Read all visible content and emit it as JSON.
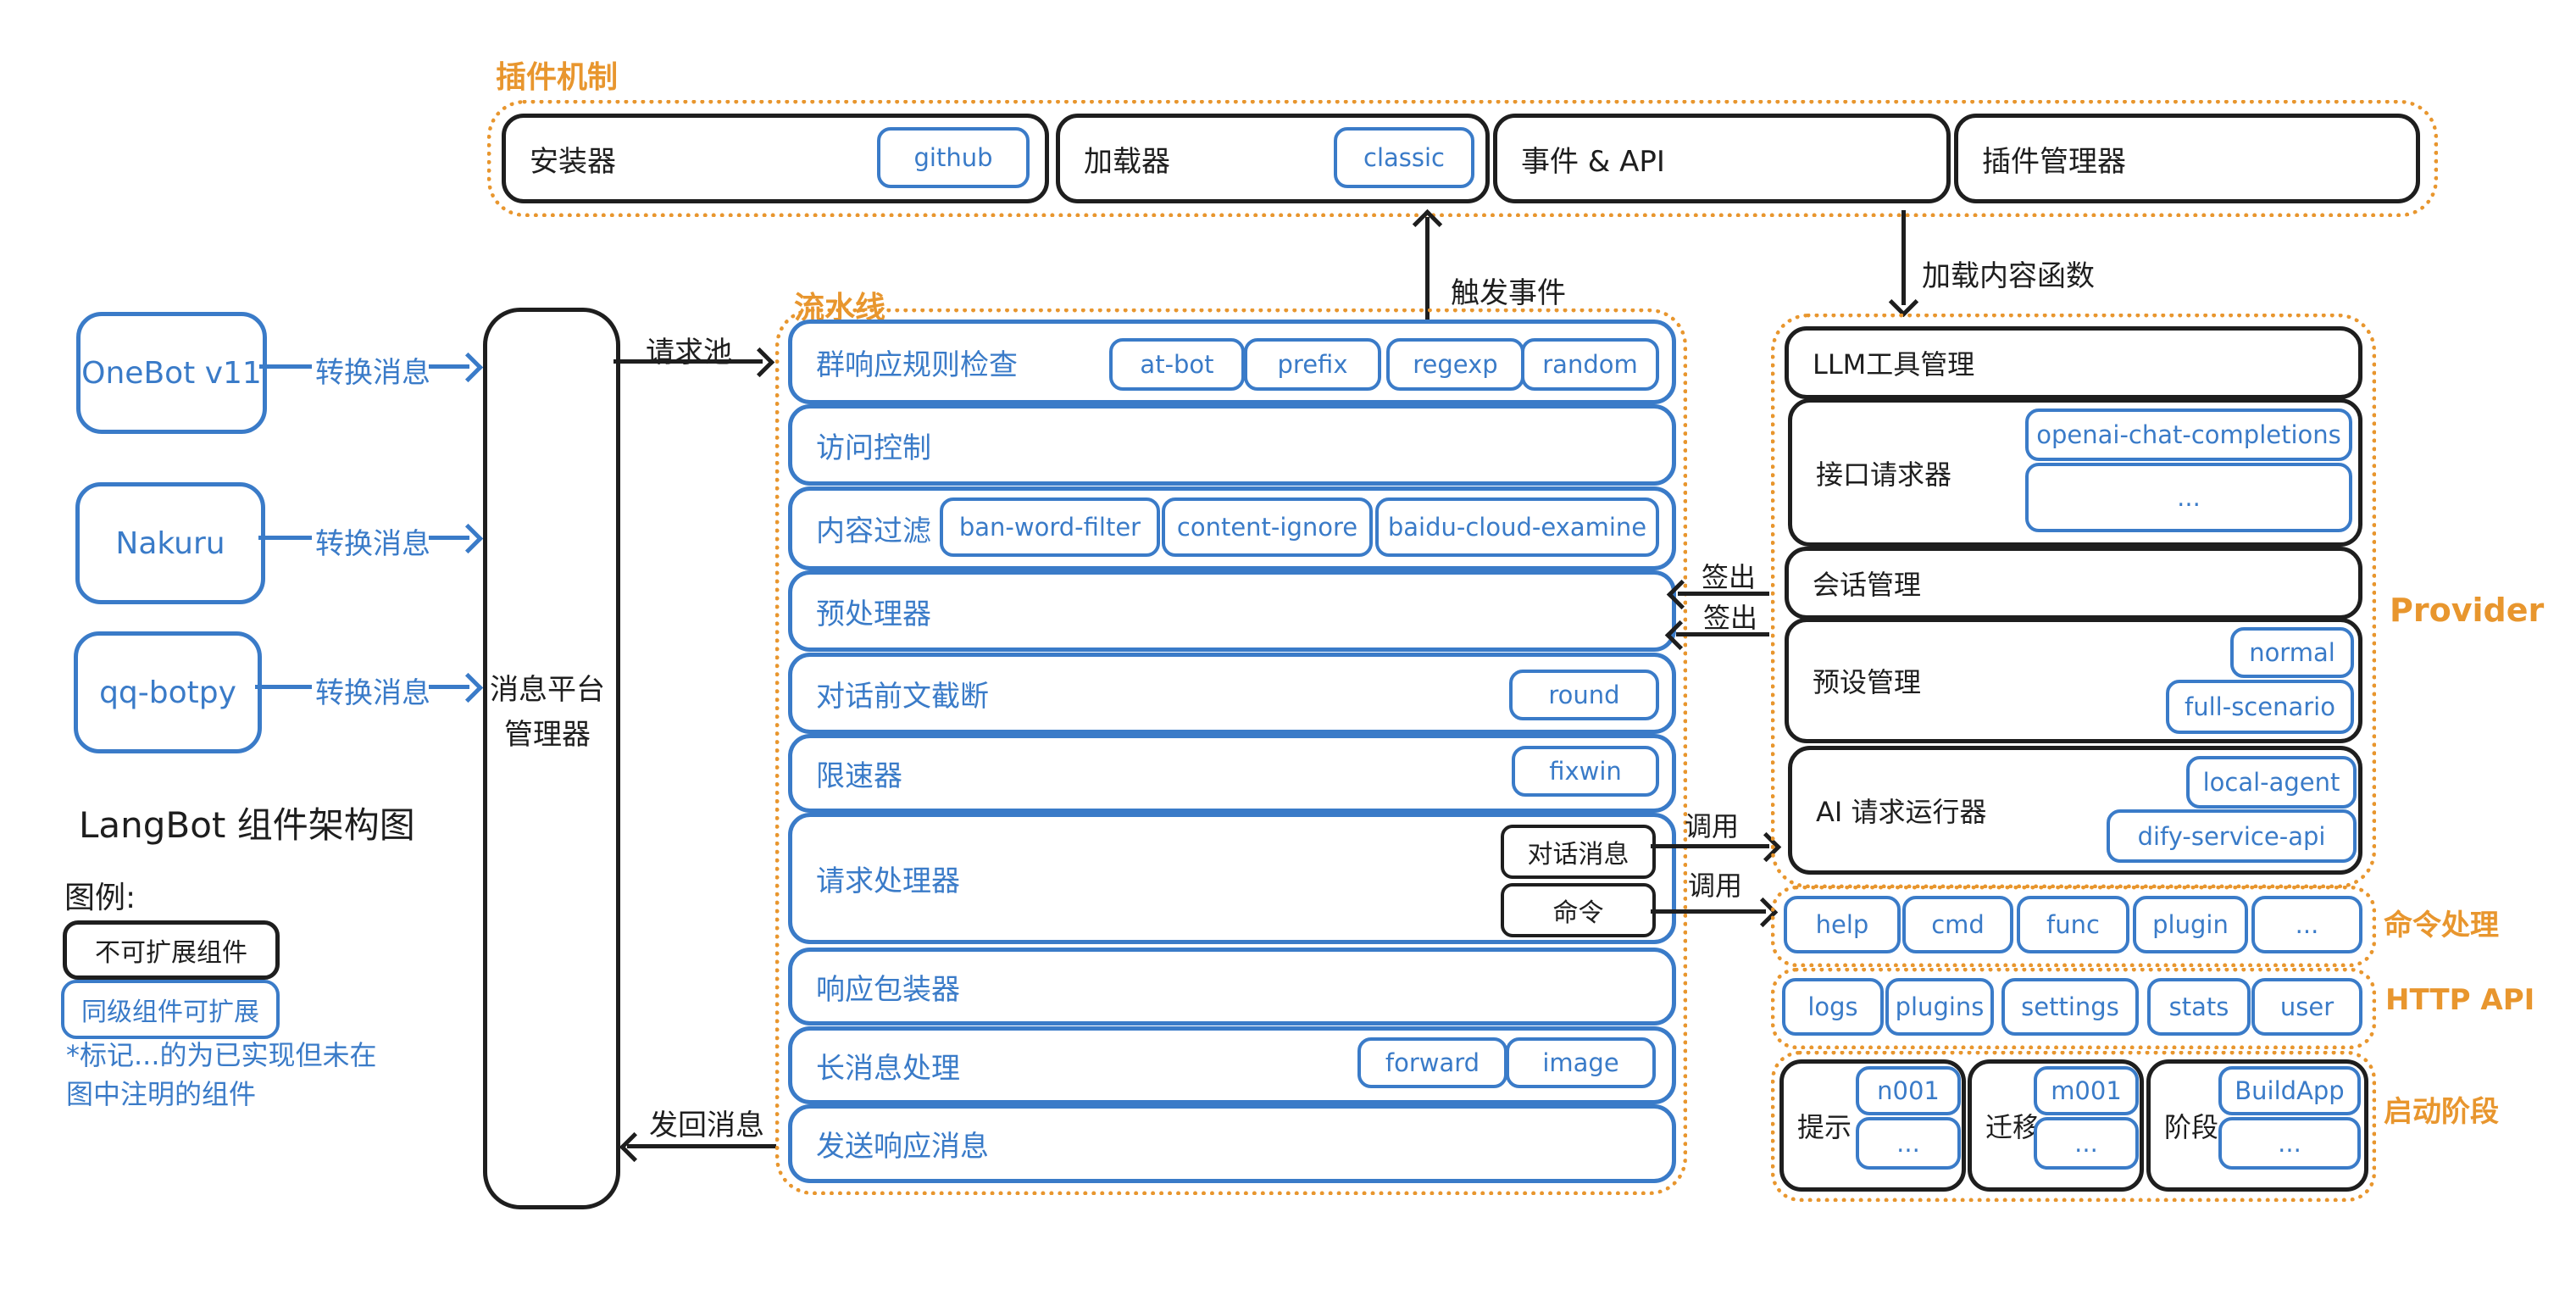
{
  "colors": {
    "orange": "#e8962e",
    "blue": "#3a7bc8",
    "ink": "#1e1e1e"
  },
  "title": {
    "heading": "LangBot 组件架构图"
  },
  "legend": {
    "heading": "图例:",
    "non_extensible": "不可扩展组件",
    "peer_extensible": "同级组件可扩展",
    "note_line1": "*标记...的为已实现但未在",
    "note_line2": "图中注明的组件"
  },
  "bots": {
    "items": [
      "OneBot v11",
      "Nakuru",
      "qq-botpy"
    ],
    "arrow_label": "转换消息"
  },
  "platform": {
    "line1": "消息平台",
    "line2": "管理器"
  },
  "edges": {
    "request_pool": "请求池",
    "send_back": "发回消息",
    "trigger_event": "触发事件",
    "load_content_funcs": "加载内容函数",
    "checkout": "签出",
    "invoke": "调用"
  },
  "plugin": {
    "title": "插件机制",
    "boxes": [
      {
        "label": "安装器",
        "chip": "github"
      },
      {
        "label": "加载器",
        "chip": "classic"
      },
      {
        "label": "事件 & API"
      },
      {
        "label": "插件管理器"
      }
    ]
  },
  "pipeline": {
    "title": "流水线",
    "rows": [
      {
        "label": "群响应规则检查",
        "chips": [
          "at-bot",
          "prefix",
          "regexp",
          "random"
        ]
      },
      {
        "label": "访问控制",
        "chips": []
      },
      {
        "label": "内容过滤",
        "chips": [
          "ban-word-filter",
          "content-ignore",
          "baidu-cloud-examine"
        ]
      },
      {
        "label": "预处理器",
        "chips": []
      },
      {
        "label": "对话前文截断",
        "chips": [
          "round"
        ]
      },
      {
        "label": "限速器",
        "chips": [
          "fixwin"
        ]
      },
      {
        "label": "请求处理器",
        "chips": [],
        "out_chips": [
          "对话消息",
          "命令"
        ]
      },
      {
        "label": "响应包装器",
        "chips": []
      },
      {
        "label": "长消息处理",
        "chips": [
          "forward",
          "image"
        ]
      },
      {
        "label": "发送响应消息",
        "chips": []
      }
    ]
  },
  "provider": {
    "label": "Provider",
    "rows": [
      {
        "label": "LLM工具管理",
        "chips": []
      },
      {
        "label": "接口请求器",
        "chips": [
          "openai-chat-completions",
          "..."
        ]
      },
      {
        "label": "会话管理",
        "chips": []
      },
      {
        "label": "预设管理",
        "chips": [
          "normal",
          "full-scenario"
        ]
      },
      {
        "label": "AI 请求运行器",
        "chips": [
          "local-agent",
          "dify-service-api"
        ]
      }
    ]
  },
  "command": {
    "label": "命令处理",
    "chips": [
      "help",
      "cmd",
      "func",
      "plugin",
      "..."
    ]
  },
  "http_api": {
    "label": "HTTP API",
    "chips": [
      "logs",
      "plugins",
      "settings",
      "stats",
      "user"
    ]
  },
  "startup": {
    "label": "启动阶段",
    "boxes": [
      {
        "label": "提示",
        "chips": [
          "n001",
          "..."
        ]
      },
      {
        "label": "迁移",
        "chips": [
          "m001",
          "..."
        ]
      },
      {
        "label": "阶段",
        "chips": [
          "BuildApp",
          "..."
        ]
      }
    ]
  }
}
